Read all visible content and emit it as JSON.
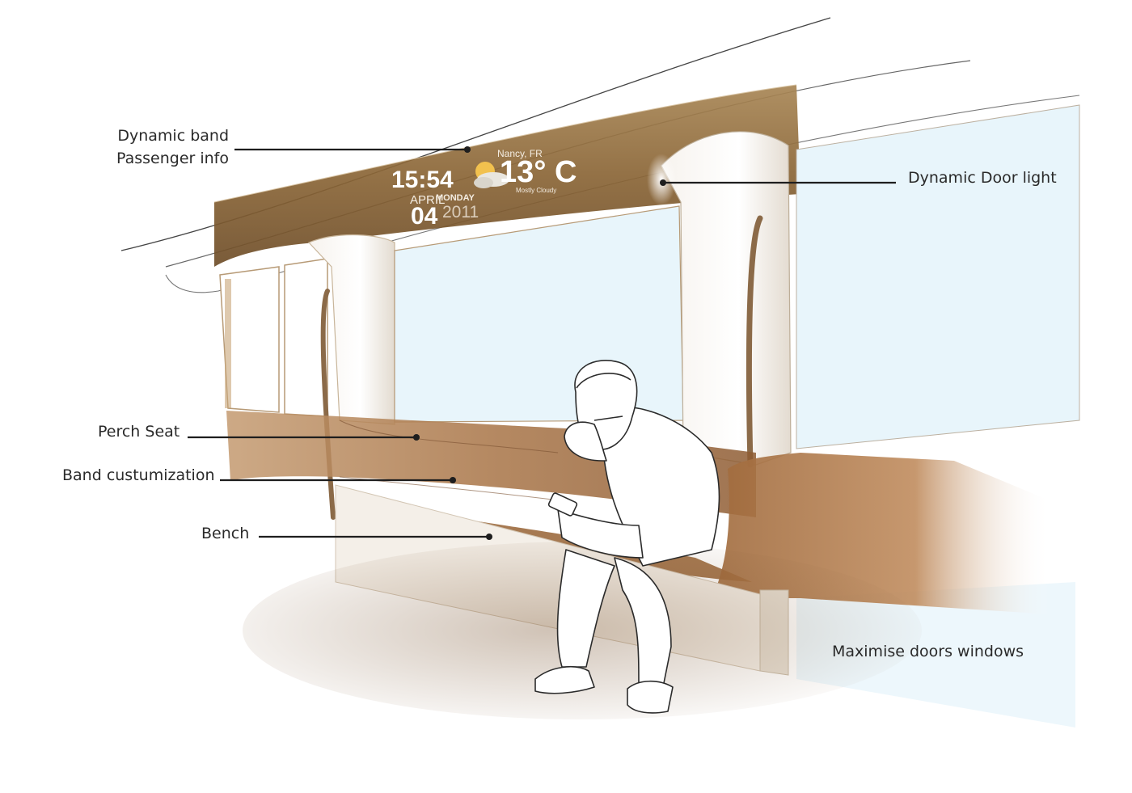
{
  "colors": {
    "band_brown": "#8a6536",
    "seat_brown": "#9c6a3e",
    "window_blue": "#e8f5fb",
    "leader": "#1e1e1e"
  },
  "annotations": {
    "dynamic_band": {
      "line1": "Dynamic band",
      "line2": "Passenger info"
    },
    "dynamic_door_light": "Dynamic Door light",
    "perch_seat": "Perch Seat",
    "band_customization": "Band custumization",
    "bench": "Bench",
    "maximise_windows": "Maximise doors windows"
  },
  "info_display": {
    "time": "15:54",
    "month": "APRIL",
    "weekday": "MONDAY",
    "day": "04",
    "year": "2011",
    "city": "Nancy, FR",
    "temperature": "13° C",
    "condition": "Mostly Cloudy",
    "weather_icon": "partly-cloudy-icon"
  }
}
